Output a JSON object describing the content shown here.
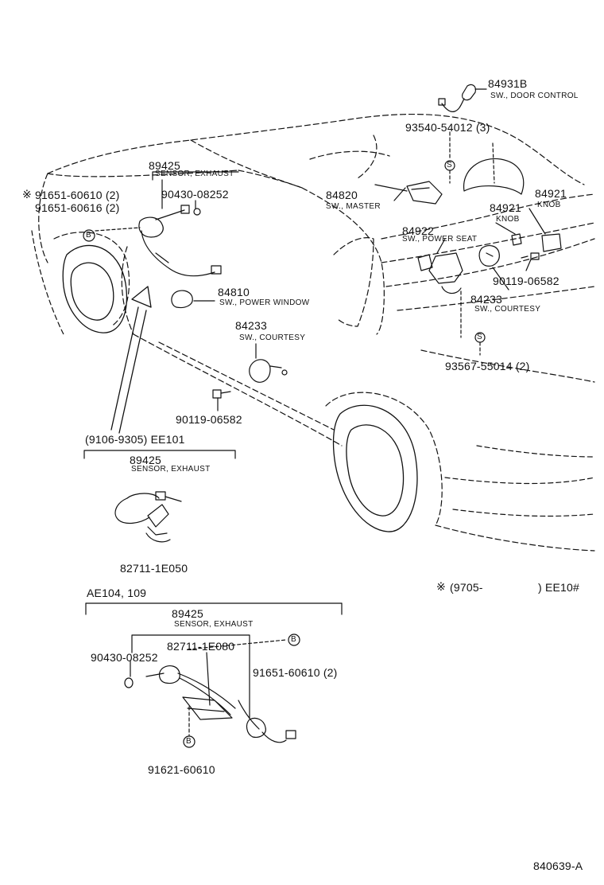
{
  "labels": {
    "p84931b": "84931B",
    "d84931b": "SW., DOOR CONTROL",
    "p93540": "93540-54012 (3)",
    "p84820": "84820",
    "d84820": "SW., MASTER",
    "p84921a": "84921",
    "d84921a": "KNOB",
    "p84921b": "84921",
    "d84921b": "KNOB",
    "p84922": "84922",
    "d84922": "SW., POWER SEAT",
    "p90119a": "90119-06582",
    "p84233a": "84233",
    "d84233a": "SW., COURTESY",
    "p93567": "93567-55014 (2)",
    "p89425a": "89425",
    "d89425a": "SENSOR, EXHAUST",
    "p90430a": "90430-08252",
    "p91651a": "91651-60610 (2)",
    "p91651b": "91651-60616 (2)",
    "p84810": "84810",
    "d84810": "SW., POWER WINDOW",
    "p84233b": "84233",
    "d84233b": "SW., COURTESY",
    "p90119b": "90119-06582",
    "h9106": "(9106-9305) EE101",
    "p89425b": "89425",
    "d89425b": "SENSOR, EXHAUST",
    "p82711a": "82711-1E050",
    "h9705": "(9705-",
    "h9705b": ") EE10#",
    "hAE": "AE104, 109",
    "p89425c": "89425",
    "d89425c": "SENSOR, EXHAUST",
    "p82711b": "82711-1E080",
    "p90430b": "90430-08252",
    "p91651c": "91651-60610 (2)",
    "p91621": "91621-60610",
    "code": "840639-A"
  },
  "markers": {
    "note": "※",
    "s": "S",
    "b": "B"
  }
}
